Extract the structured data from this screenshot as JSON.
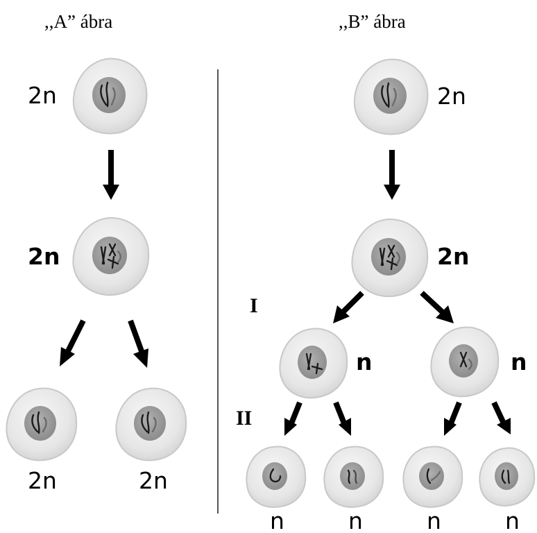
{
  "panel_a": {
    "title": ",,A” ábra",
    "top_label": "2n",
    "middle_label": "2n",
    "bottom_left_label": "2n",
    "bottom_right_label": "2n"
  },
  "panel_b": {
    "title": ",,B” ábra",
    "top_label": "2n",
    "middle_label": "2n",
    "stage_one": "I",
    "stage_two": "II",
    "meiosis_one_left_label": "n",
    "meiosis_one_right_label": "n",
    "final_labels": [
      "n",
      "n",
      "n",
      "n"
    ]
  },
  "colors": {
    "cell_fill": "#e9e9e9",
    "cell_stroke": "#c9c9c9",
    "nucleus_fill": "#9a9a9a",
    "chromosome": "#1a1a1a",
    "arrow": "#000000",
    "divider": "#555555"
  }
}
